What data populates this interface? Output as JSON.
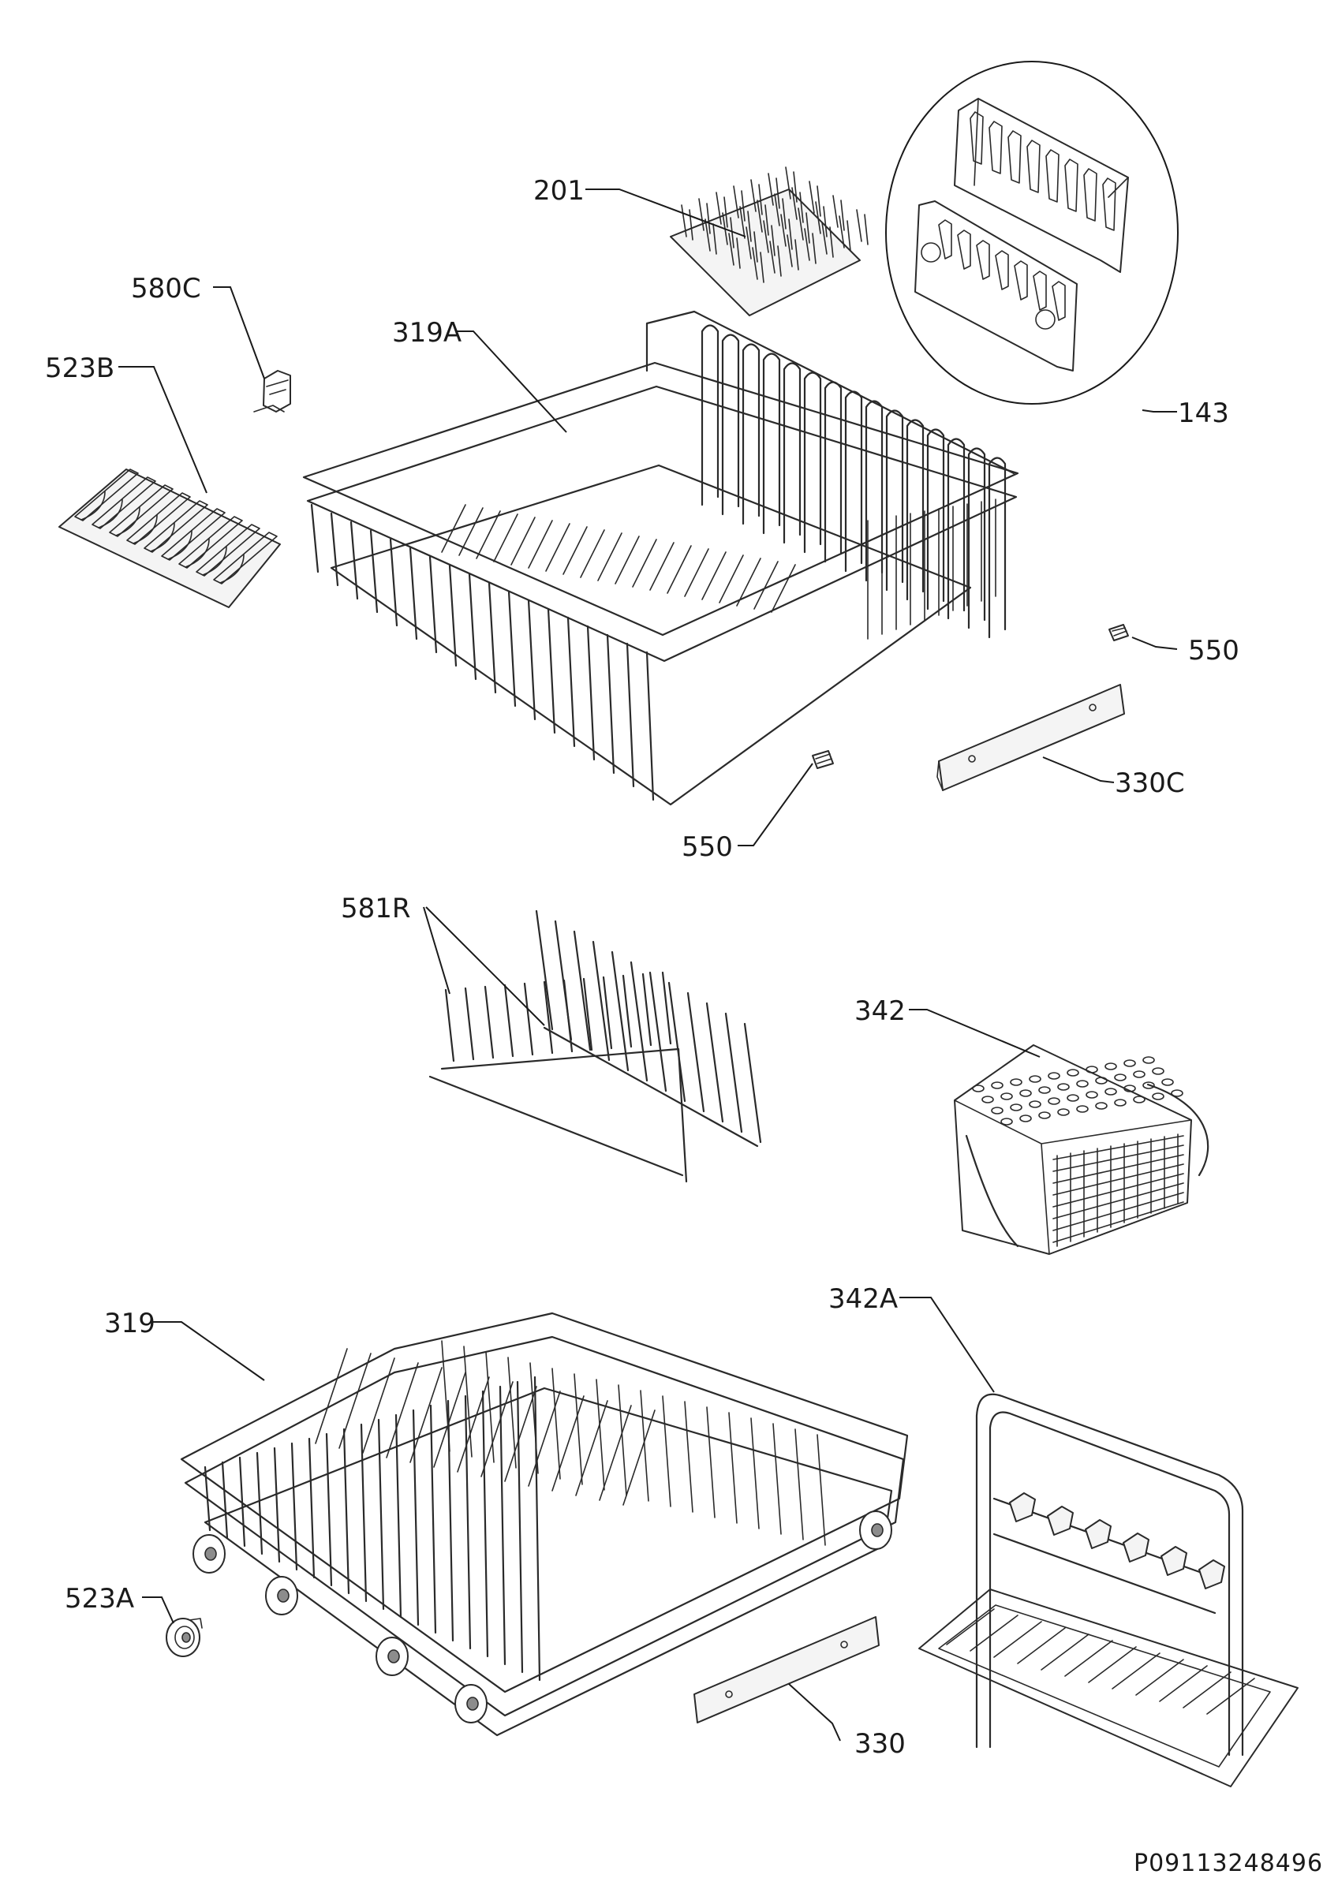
{
  "part_labels": {
    "p201": "201",
    "p580C": "580C",
    "p319A": "319A",
    "p523B": "523B",
    "p143": "143",
    "p550a": "550",
    "p550b": "550",
    "p330C": "330C",
    "p581R": "581R",
    "p342": "342",
    "p319": "319",
    "p342A": "342A",
    "p523A": "523A",
    "p330": "330"
  },
  "document_number": "P09113248496"
}
